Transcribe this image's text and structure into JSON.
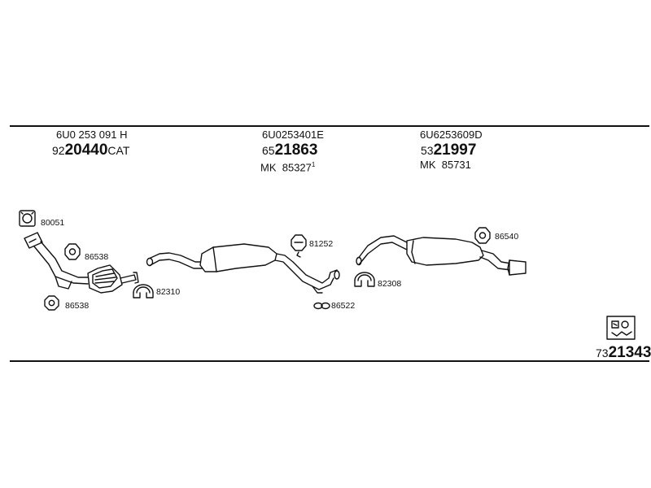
{
  "columns": [
    {
      "part_code": "6U0 253 091 H",
      "num_prefix": "92",
      "num_main": "20440",
      "num_suffix": "CAT",
      "mk_label": "",
      "mk_value": "",
      "mk_note": ""
    },
    {
      "part_code": "6U0253401E",
      "num_prefix": "65",
      "num_main": "21863",
      "num_suffix": "",
      "mk_label": "MK",
      "mk_value": "85327",
      "mk_note": "1"
    },
    {
      "part_code": "6U6253609D",
      "num_prefix": "53",
      "num_main": "21997",
      "num_suffix": "",
      "mk_label": "MK",
      "mk_value": "85731",
      "mk_note": ""
    }
  ],
  "parts": {
    "gasket_80051": "80051",
    "rubber_86538_top": "86538",
    "rubber_86538_bottom": "86538",
    "clamp_82310": "82310",
    "rubber_81252": "81252",
    "clamp_82308": "82308",
    "bracket_86522": "86522",
    "rubber_86540": "86540"
  },
  "kit": {
    "num_prefix": "73",
    "num_main": "21343"
  }
}
